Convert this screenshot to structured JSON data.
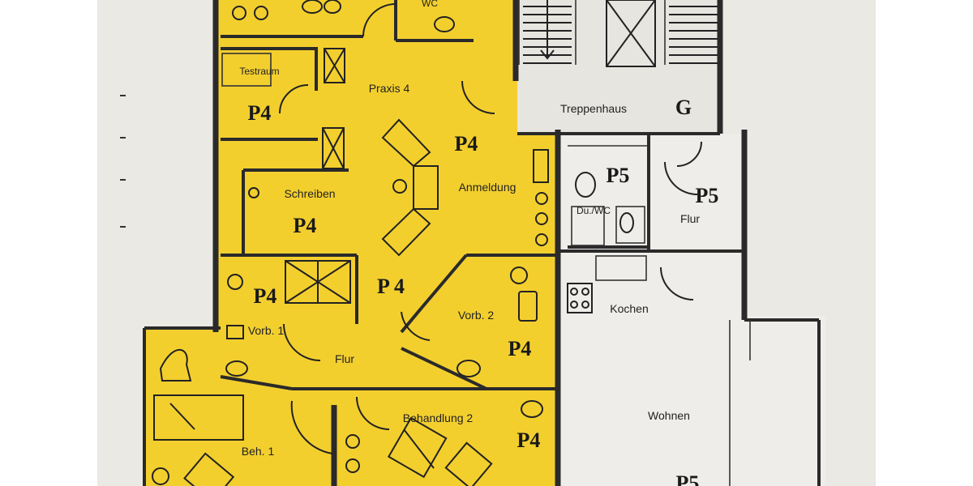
{
  "rooms": {
    "wc": "WC",
    "testraum": "Testraum",
    "praxis4": "Praxis 4",
    "treppenhaus": "Treppenhaus",
    "schreiben": "Schreiben",
    "anmeldung": "Anmeldung",
    "du_wc": "Du./WC",
    "flur_right": "Flur",
    "vorb1": "Vorb. 1",
    "vorb2": "Vorb. 2",
    "kochen": "Kochen",
    "flur_center": "Flur",
    "behandlung2": "Behandlung 2",
    "beh1": "Beh. 1",
    "wohnen": "Wohnen"
  },
  "units": {
    "p4_testraum": "P4",
    "p4_anmeldung": "P4",
    "p4_schreiben": "P4",
    "p4_vorb1": "P4",
    "p4_center": "P 4",
    "p4_vorb2": "P4",
    "p4_behandlung2": "P4",
    "g_treppenhaus": "G",
    "p5_bath": "P5",
    "p5_flur": "P5",
    "p5_wohnen": "P5"
  },
  "colors": {
    "p4_fill": "#f3cf2e",
    "paper": "#f2f1ee",
    "wall": "#2a2a2a"
  }
}
